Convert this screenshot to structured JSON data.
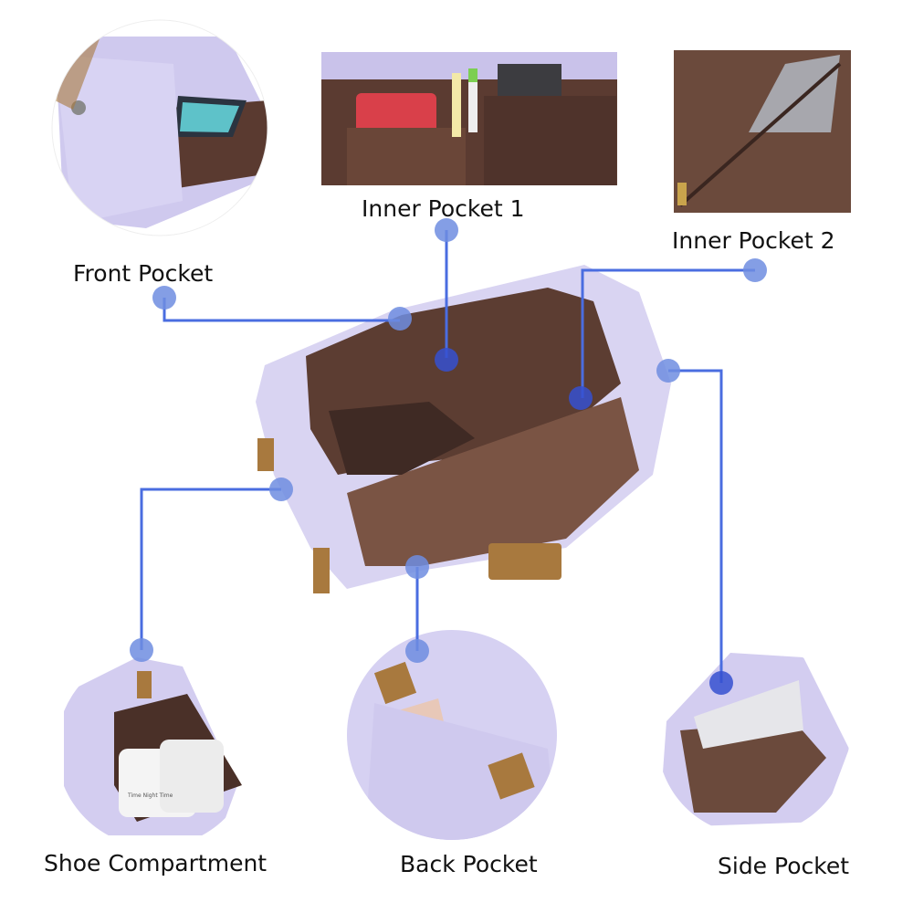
{
  "labels": {
    "front_pocket": "Front Pocket",
    "inner_pocket_1": "Inner Pocket 1",
    "inner_pocket_2": "Inner Pocket 2",
    "shoe_compartment": "Shoe Compartment",
    "back_pocket": "Back Pocket",
    "side_pocket": "Side Pocket"
  },
  "shoe_print": "Time Night Time",
  "colors": {
    "callout_line": "#4a6de0",
    "callout_dot": "#6f8de0",
    "bag_lavender": "#d9d4f2",
    "lining_brown": "#6b4a3c",
    "leather_tan": "#a8793e"
  }
}
